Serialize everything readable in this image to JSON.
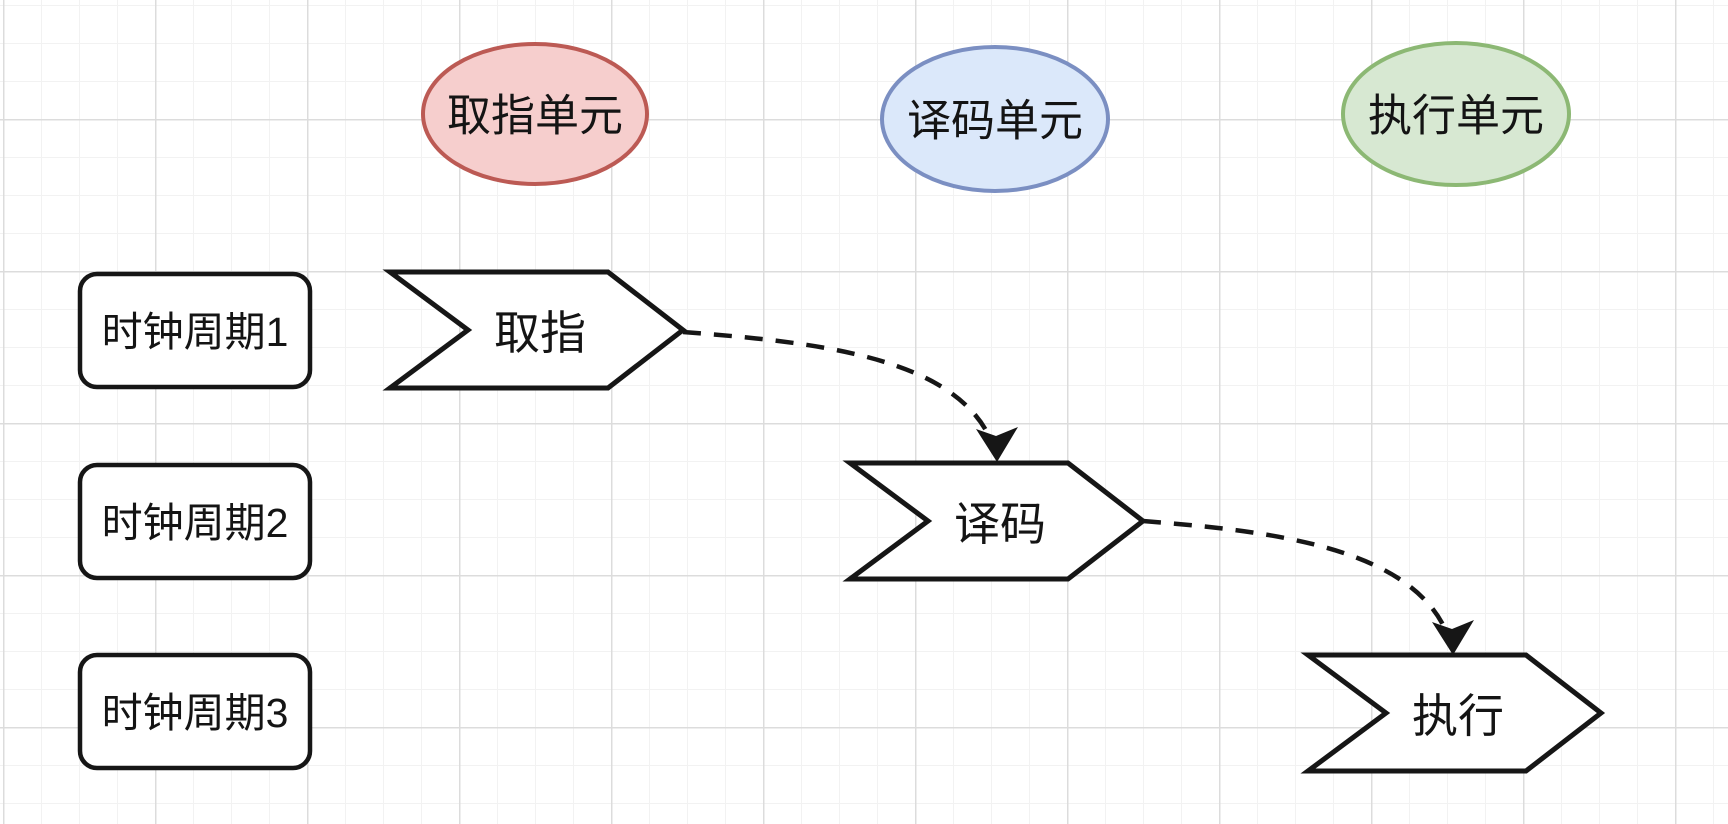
{
  "diagram": {
    "title_hint": "CPU instruction pipeline over clock cycles",
    "units": [
      {
        "label": "取指单元",
        "fill": "#f6cecd",
        "stroke": "#bc5a54"
      },
      {
        "label": "译码单元",
        "fill": "#dbe8fa",
        "stroke": "#7b8fc2"
      },
      {
        "label": "执行单元",
        "fill": "#d7e8d2",
        "stroke": "#8cb874"
      }
    ],
    "clock_cycles": [
      {
        "label": "时钟周期1"
      },
      {
        "label": "时钟周期2"
      },
      {
        "label": "时钟周期3"
      }
    ],
    "stages": [
      {
        "label": "取指"
      },
      {
        "label": "译码"
      },
      {
        "label": "执行"
      }
    ],
    "connectors": [
      {
        "from": "取指",
        "to": "译码",
        "style": "dashed-curve"
      },
      {
        "from": "译码",
        "to": "执行",
        "style": "dashed-curve"
      }
    ],
    "colors": {
      "shape_outline": "#161616",
      "canvas_background": "#ffffff",
      "grid_minor": "#f2f2f2",
      "grid_major": "#dcdcdc"
    }
  }
}
